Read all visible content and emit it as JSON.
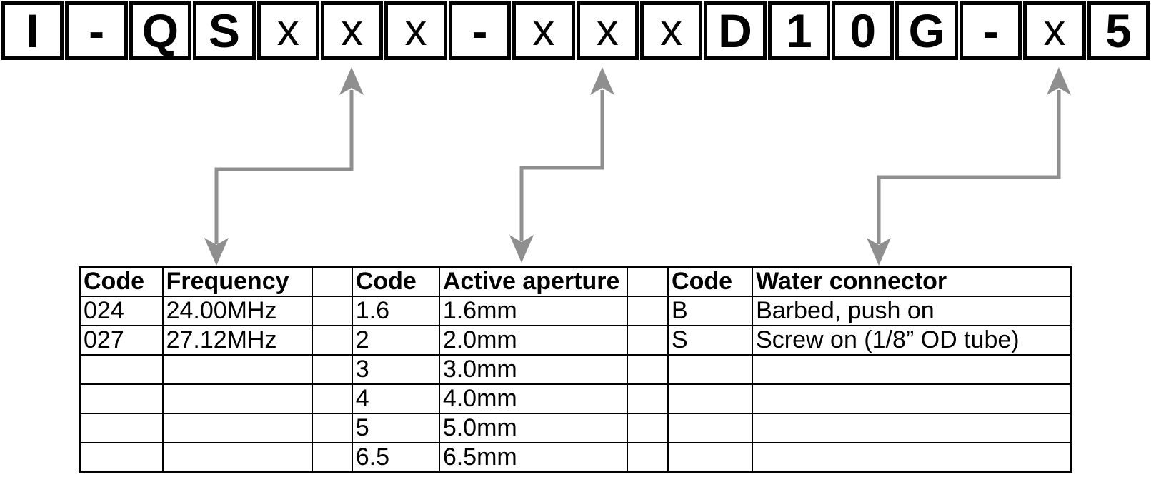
{
  "part_code": {
    "cells": [
      "I",
      "-",
      "Q",
      "S",
      "x",
      "x",
      "x",
      "-",
      "x",
      "x",
      "x",
      "D",
      "1",
      "0",
      "G",
      "-",
      "x",
      "5"
    ]
  },
  "decode_table": {
    "header": [
      "Code",
      "Frequency",
      "",
      "Code",
      "Active aperture",
      "",
      "Code",
      "Water connector"
    ],
    "rows": [
      [
        "024",
        "24.00MHz",
        "",
        "1.6",
        "1.6mm",
        "",
        "B",
        "Barbed, push on"
      ],
      [
        "027",
        "27.12MHz",
        "",
        "2",
        "2.0mm",
        "",
        "S",
        "Screw on (1/8” OD tube)"
      ],
      [
        "",
        "",
        "",
        "3",
        "3.0mm",
        "",
        "",
        ""
      ],
      [
        "",
        "",
        "",
        "4",
        "4.0mm",
        "",
        "",
        ""
      ],
      [
        "",
        "",
        "",
        "5",
        "5.0mm",
        "",
        "",
        ""
      ],
      [
        "",
        "",
        "",
        "6.5",
        "6.5mm",
        "",
        "",
        ""
      ]
    ]
  },
  "colors": {
    "arrow": "#8f8f8f",
    "text": "#000000",
    "border": "#000000",
    "background": "#ffffff"
  }
}
